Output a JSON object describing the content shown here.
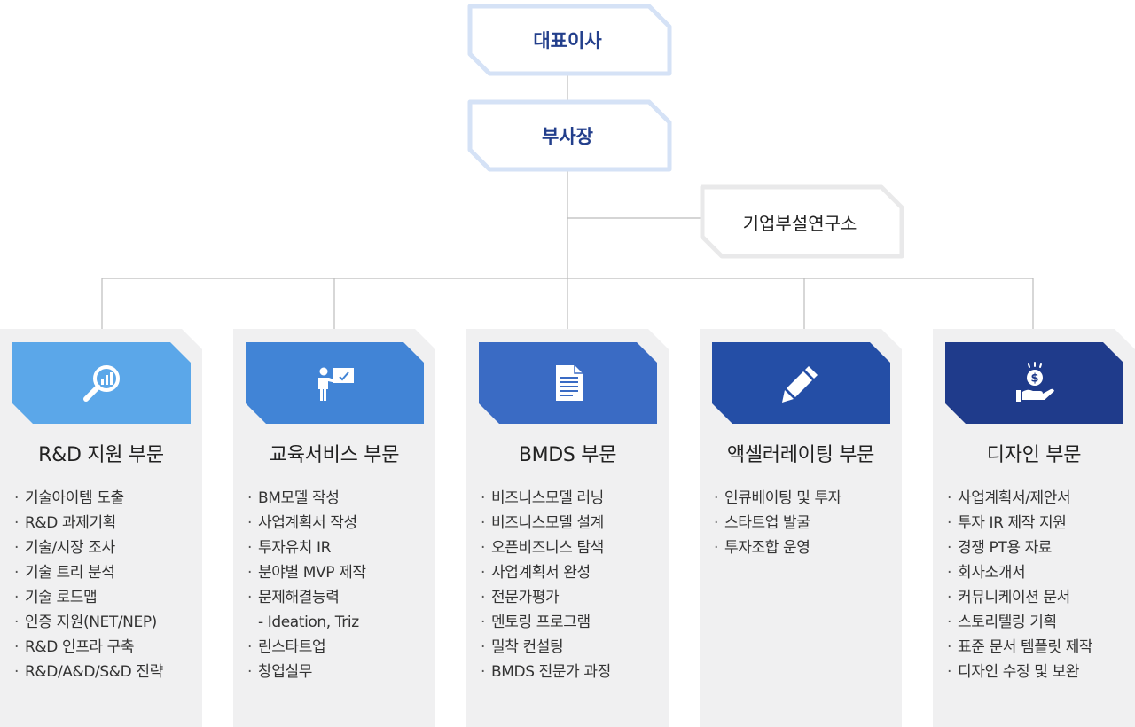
{
  "org": {
    "ceo": "대표이사",
    "vp": "부사장",
    "lab": "기업부설연구소"
  },
  "colors": {
    "ceo_text": "#233f8c",
    "connector": "#bcbcbc",
    "card_bg": "#f0f0f1"
  },
  "departments": [
    {
      "title": "R&D 지원 부문",
      "icon": "magnifier-chart-icon",
      "color": "#5ba7e9",
      "items": [
        "기술아이템 도출",
        "R&D 과제기획",
        "기술/시장 조사",
        "기술 트리 분석",
        "기술 로드맵",
        "인증 지원(NET/NEP)",
        "R&D 인프라 구축",
        "R&D/A&D/S&D 전략"
      ]
    },
    {
      "title": "교육서비스 부문",
      "icon": "presenter-icon",
      "color": "#4184d6",
      "items": [
        "BM모델 작성",
        "사업계획서 작성",
        "투자유치 IR",
        "분야별 MVP 제작",
        "문제해결능력",
        "- Ideation, Triz",
        "린스타트업",
        "창업실무"
      ]
    },
    {
      "title": "BMDS 부문",
      "icon": "document-icon",
      "color": "#3a6bc4",
      "items": [
        "비즈니스모델 러닝",
        "비즈니스모델 설계",
        "오픈비즈니스 탐색",
        "사업계획서 완성",
        "전문가평가",
        "멘토링 프로그램",
        "밀착 컨설팅",
        "BMDS 전문가 과정"
      ]
    },
    {
      "title": "액셀러레이팅 부문",
      "icon": "pencil-icon",
      "color": "#244ea6",
      "items": [
        "인큐베이팅 및 투자",
        "스타트업 발굴",
        "투자조합 운영"
      ]
    },
    {
      "title": "디자인 부문",
      "icon": "money-hand-icon",
      "color": "#1f3b8b",
      "items": [
        "사업계획서/제안서",
        "투자 IR 제작 지원",
        "경쟁 PT용 자료",
        "회사소개서",
        "커뮤니케이션 문서",
        "스토리텔링 기획",
        "표준 문서 템플릿 제작",
        "디자인 수정 및 보완"
      ]
    }
  ]
}
